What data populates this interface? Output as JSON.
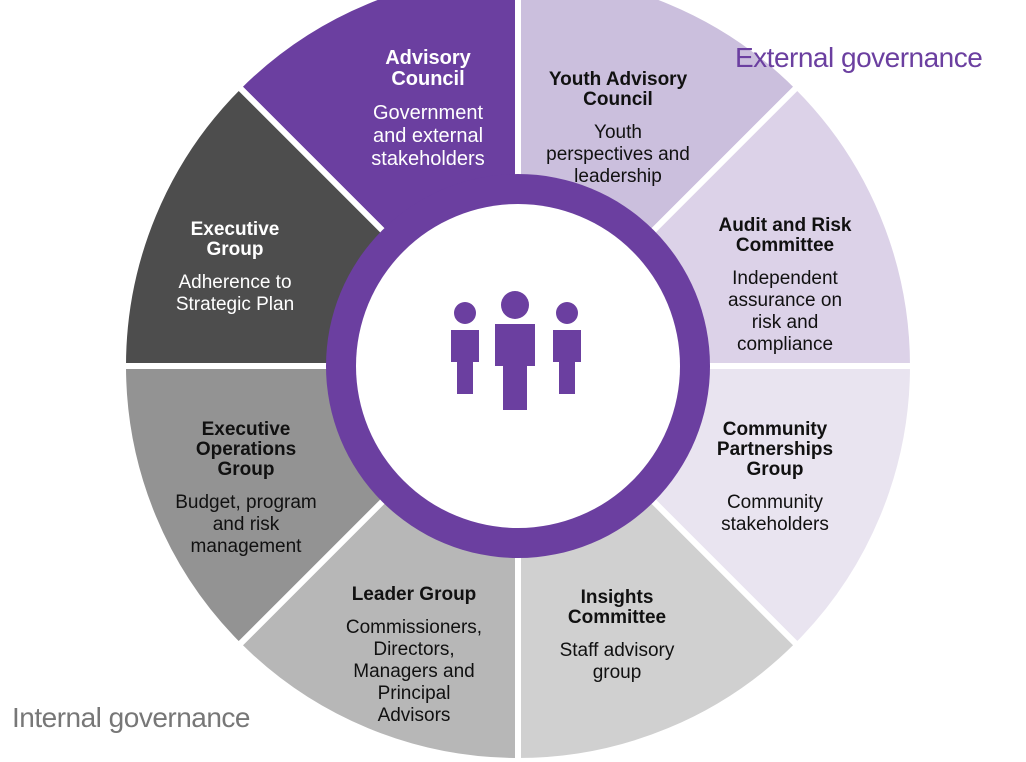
{
  "labels": {
    "external": "External governance",
    "internal": "Internal governance"
  },
  "segments": [
    {
      "id": "advisory-council",
      "title": "Advisory\nCouncil",
      "desc": "Government\nand external\nstakeholders",
      "color": "#6b3fa0",
      "text": "white"
    },
    {
      "id": "youth-advisory-council",
      "title": "Youth Advisory\nCouncil",
      "desc": "Youth\nperspectives and\nleadership",
      "color": "#cbbfdd",
      "text": "black"
    },
    {
      "id": "audit-risk-committee",
      "title": "Audit and Risk\nCommittee",
      "desc": "Independent\nassurance on\nrisk and\ncompliance",
      "color": "#dcd2e8",
      "text": "black"
    },
    {
      "id": "community-partnerships-group",
      "title": "Community\nPartnerships\nGroup",
      "desc": "Community\nstakeholders",
      "color": "#e9e4f0",
      "text": "black"
    },
    {
      "id": "insights-committee",
      "title": "Insights\nCommittee",
      "desc": "Staff advisory\ngroup",
      "color": "#d0d0d0",
      "text": "black"
    },
    {
      "id": "leader-group",
      "title": "Leader Group",
      "desc": "Commissioners,\nDirectors,\nManagers and\nPrincipal\nAdvisors",
      "color": "#b7b7b7",
      "text": "black"
    },
    {
      "id": "executive-operations-group",
      "title": "Executive\nOperations\nGroup",
      "desc": "Budget, program\nand risk\nmanagement",
      "color": "#939393",
      "text": "black"
    },
    {
      "id": "executive-group",
      "title": "Executive\nGroup",
      "desc": "Adherence to\nStrategic Plan",
      "color": "#4d4d4d",
      "text": "white"
    }
  ],
  "colors": {
    "hub_ring": "#6b3fa0",
    "hub_fill": "#ffffff",
    "people_icon": "#6b3fa0"
  },
  "center_icon": "people-group-icon"
}
